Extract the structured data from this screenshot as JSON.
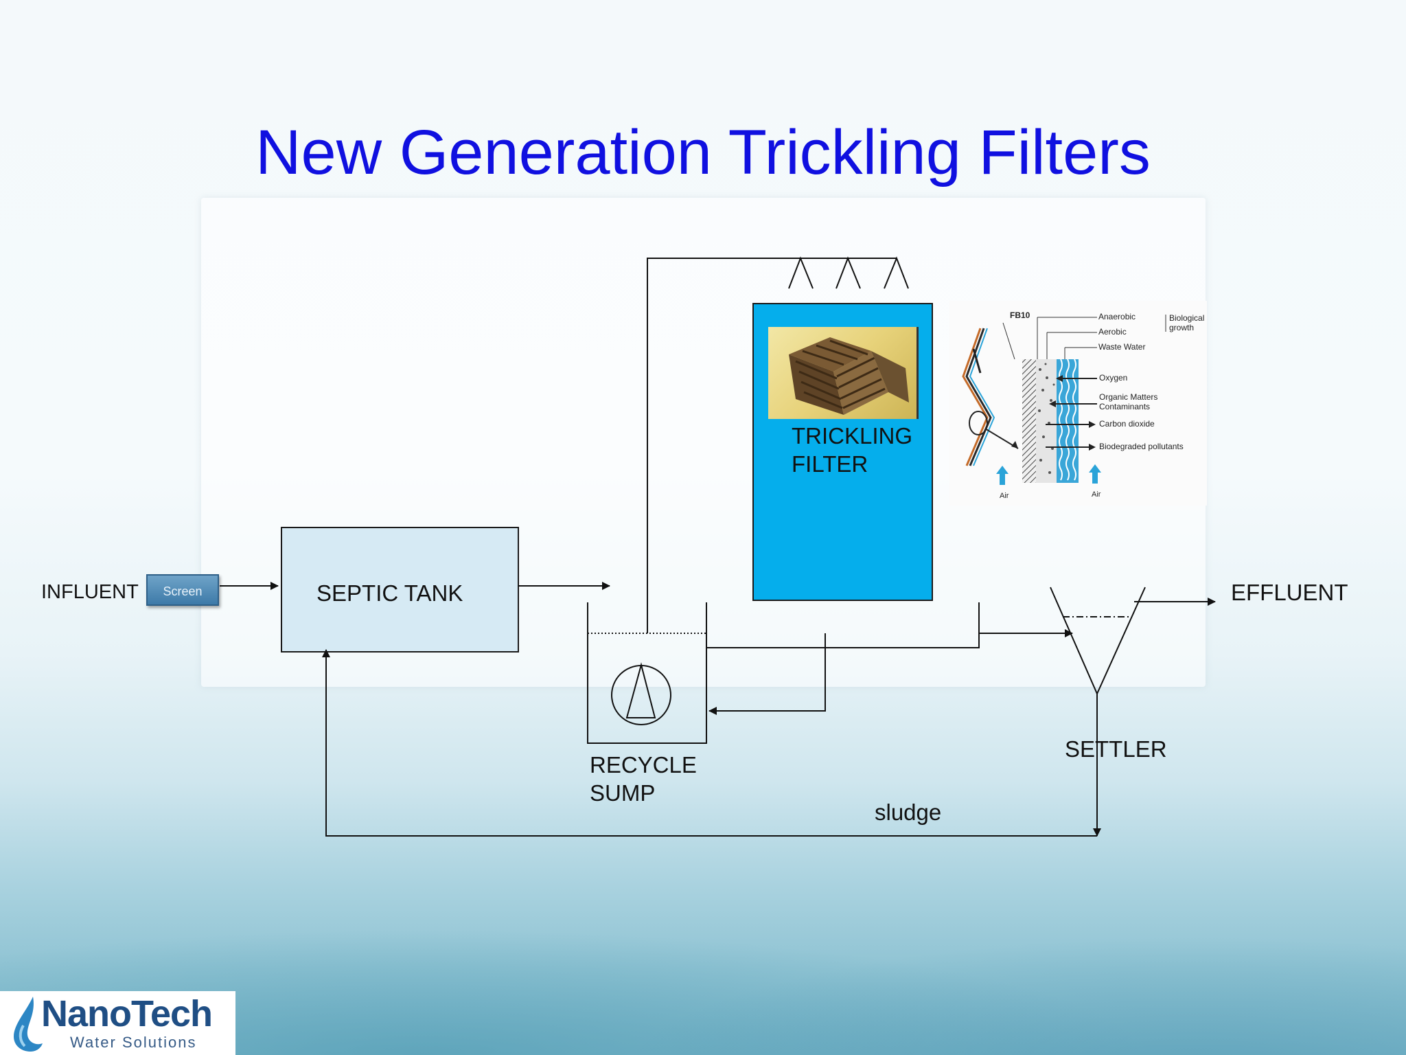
{
  "slide": {
    "title": "New Generation Trickling Filters"
  },
  "diagram": {
    "influent": "INFLUENT",
    "screen": "Screen",
    "septic_tank": "SEPTIC TANK",
    "trickling_filter_line1": "TRICKLING",
    "trickling_filter_line2": "FILTER",
    "recycle_sump_line1": "RECYCLE",
    "recycle_sump_line2": "SUMP",
    "settler": "SETTLER",
    "effluent": "EFFLUENT",
    "sludge": "sludge"
  },
  "biofilm_figure": {
    "code": "FB10",
    "labels": {
      "anaerobic": "Anaerobic",
      "aerobic": "Aerobic",
      "waste_water": "Waste Water",
      "biological_growth_1": "Biological",
      "biological_growth_2": "growth",
      "oxygen": "Oxygen",
      "organic_1": "Organic Matters",
      "organic_2": "Contaminants",
      "carbon_dioxide": "Carbon dioxide",
      "biodegraded": "Biodegraded pollutants",
      "air_left": "Air",
      "air_right": "Air"
    }
  },
  "logo": {
    "brand": "NanoTech",
    "subtitle": "Water Solutions"
  }
}
